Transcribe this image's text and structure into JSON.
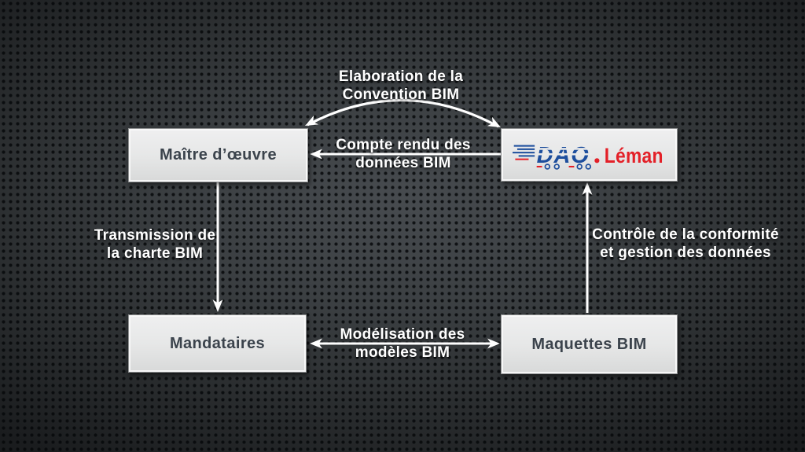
{
  "slide": {
    "background": {
      "base": "#3b3f42",
      "dot": "#0a0c0e"
    },
    "arrow_color": "#ffffff"
  },
  "nodes": {
    "maitre": {
      "label": "Maître d’œuvre"
    },
    "mandataires": {
      "label": "Mandataires"
    },
    "maquettes": {
      "label": "Maquettes BIM"
    },
    "dao": {
      "logo_text_blue": "DAO",
      "logo_text_red": "Léman",
      "blue": "#1d4e9d",
      "red": "#e32028"
    }
  },
  "edges": {
    "convention": {
      "line1": "Elaboration de la",
      "line2": "Convention BIM"
    },
    "compte_rendu": {
      "line1": "Compte rendu des",
      "line2": "données BIM"
    },
    "transmission": {
      "line1": "Transmission de",
      "line2": "la charte BIM"
    },
    "controle": {
      "line1": "Contrôle de la conformité",
      "line2": "et gestion des données"
    },
    "modelisation": {
      "line1": "Modélisation des",
      "line2": "modèles BIM"
    }
  }
}
